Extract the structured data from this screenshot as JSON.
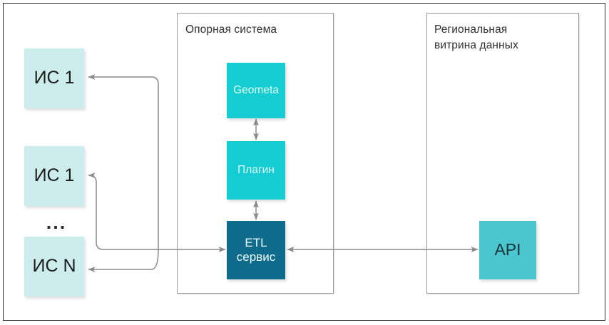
{
  "diagram": {
    "title": "",
    "colors": {
      "source_box": "#cdecec",
      "cyan_box": "#14ccd2",
      "etl_box": "#0e6b8c",
      "api_box": "#4cc6ce",
      "wire": "#8a8a8a",
      "panel_border": "#9a9a9a",
      "frame_border": "#2b2b2b"
    },
    "sources": {
      "items": [
        {
          "label": "ИС 1"
        },
        {
          "label": "ИС 1"
        },
        {
          "label": "ИС N"
        }
      ],
      "ellipsis": "..."
    },
    "core_panel": {
      "title": "Опорная система",
      "nodes": [
        {
          "label": "Geometa"
        },
        {
          "label": "Плагин"
        },
        {
          "label": "ETL\nсервис"
        }
      ]
    },
    "regional_panel": {
      "title": "Региональная\nвитрина данных",
      "nodes": [
        {
          "label": "API"
        }
      ]
    },
    "connectors": [
      {
        "name": "geometa-plugin",
        "type": "bidirectional-vertical"
      },
      {
        "name": "plugin-etl",
        "type": "bidirectional-vertical"
      },
      {
        "name": "etl-api",
        "type": "bidirectional-horizontal"
      },
      {
        "name": "etl-to-source-1",
        "type": "elbow-arrow"
      },
      {
        "name": "etl-to-source-2",
        "type": "elbow-arrow"
      },
      {
        "name": "etl-to-source-3",
        "type": "elbow-arrow"
      },
      {
        "name": "sources-to-etl",
        "type": "arrow"
      }
    ]
  }
}
